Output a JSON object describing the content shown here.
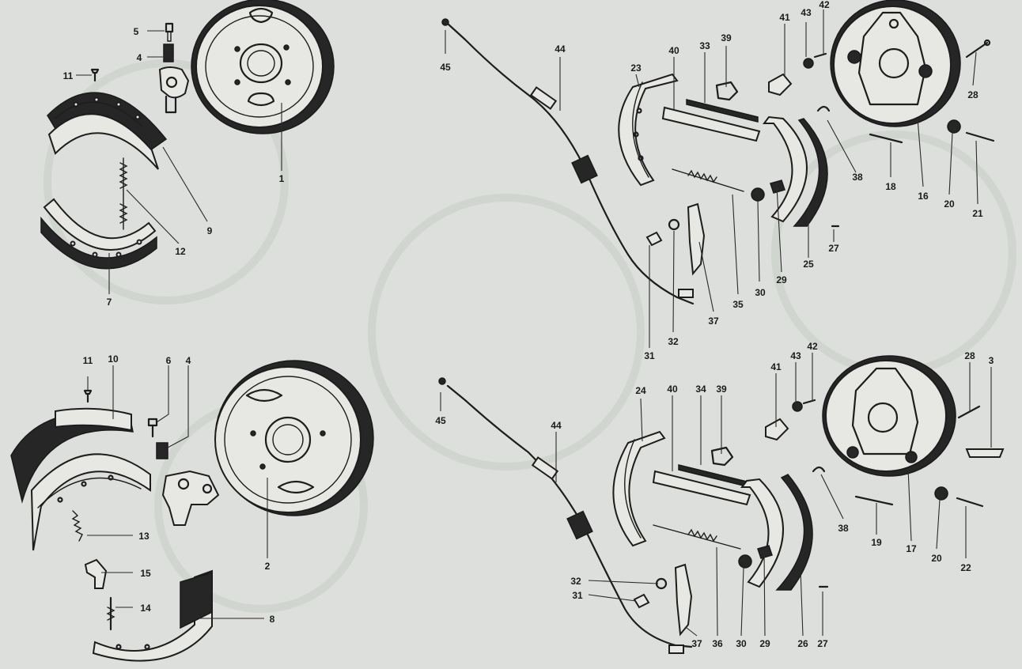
{
  "diagram": {
    "callouts": {
      "c5": "5",
      "c4a": "4",
      "c11a": "11",
      "c1": "1",
      "c9": "9",
      "c12": "12",
      "c7": "7",
      "c45a": "45",
      "c44a": "44",
      "c23": "23",
      "c40a": "40",
      "c33": "33",
      "c39a": "39",
      "c41a": "41",
      "c43a": "43",
      "c42a": "42",
      "c28a": "28",
      "c16": "16",
      "c38a": "38",
      "c18": "18",
      "c20a": "20",
      "c21": "21",
      "c27a": "27",
      "c25": "25",
      "c29a": "29",
      "c30a": "30",
      "c35": "35",
      "c37a": "37",
      "c31a": "31",
      "c32a": "32",
      "c11b": "11",
      "c10": "10",
      "c6": "6",
      "c4b": "4",
      "c2": "2",
      "c13": "13",
      "c15": "15",
      "c14": "14",
      "c8": "8",
      "c45b": "45",
      "c44b": "44",
      "c24": "24",
      "c40b": "40",
      "c34": "34",
      "c39b": "39",
      "c41b": "41",
      "c43b": "43",
      "c42b": "42",
      "c28b": "28",
      "c3": "3",
      "c38b": "38",
      "c19": "19",
      "c17": "17",
      "c20b": "20",
      "c22": "22",
      "c32b": "32",
      "c31b": "31",
      "c37b": "37",
      "c36": "36",
      "c30b": "30",
      "c29b": "29",
      "c26": "26",
      "c27b": "27"
    }
  }
}
